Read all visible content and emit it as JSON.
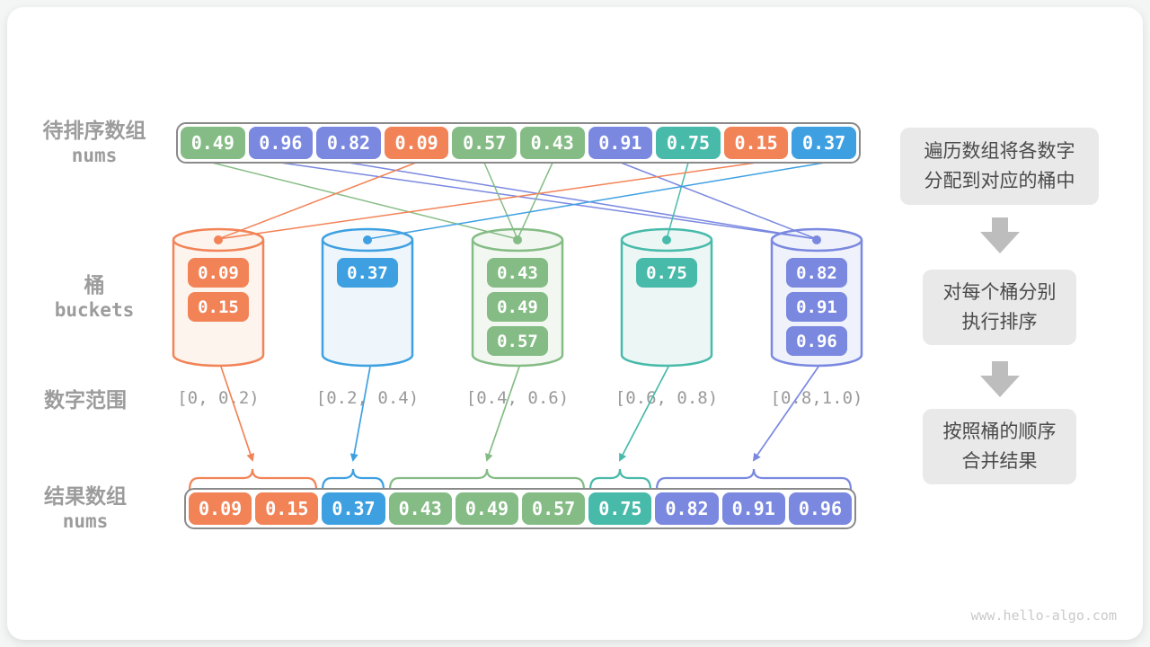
{
  "palette": {
    "orange": "#F28357",
    "blue": "#3EA0E1",
    "green": "#85BC85",
    "teal": "#48BAAA",
    "periwinkle": "#7A88E0",
    "orange_tint": "#FDF4EE",
    "blue_tint": "#EEF6FC",
    "green_tint": "#F2F8F1",
    "teal_tint": "#ECF7F5",
    "periwinkle_tint": "#F0F2FB",
    "gray_label": "#9C9C9C",
    "range_text": "#9A9A9A",
    "step_bg": "#E9E9E9",
    "step_text": "#4A4A4A",
    "step_arrow": "#BDBDBD",
    "watermark": "#C9C9C9"
  },
  "labels": {
    "input_array": {
      "line1": "待排序数组",
      "line2": "nums"
    },
    "buckets": {
      "line1": "桶",
      "line2": "buckets"
    },
    "range": "数字范围",
    "result_array": {
      "line1": "结果数组",
      "line2": "nums"
    }
  },
  "input_array": {
    "cells": [
      {
        "value": "0.49",
        "color": "green"
      },
      {
        "value": "0.96",
        "color": "periwinkle"
      },
      {
        "value": "0.82",
        "color": "periwinkle"
      },
      {
        "value": "0.09",
        "color": "orange"
      },
      {
        "value": "0.57",
        "color": "green"
      },
      {
        "value": "0.43",
        "color": "green"
      },
      {
        "value": "0.91",
        "color": "periwinkle"
      },
      {
        "value": "0.75",
        "color": "teal"
      },
      {
        "value": "0.15",
        "color": "orange"
      },
      {
        "value": "0.37",
        "color": "blue"
      }
    ]
  },
  "buckets": [
    {
      "color": "orange",
      "range": "[0, 0.2)",
      "items": [
        "0.09",
        "0.15"
      ]
    },
    {
      "color": "blue",
      "range": "[0.2, 0.4)",
      "items": [
        "0.37"
      ]
    },
    {
      "color": "green",
      "range": "[0.4, 0.6)",
      "items": [
        "0.43",
        "0.49",
        "0.57"
      ]
    },
    {
      "color": "teal",
      "range": "[0.6, 0.8)",
      "items": [
        "0.75"
      ]
    },
    {
      "color": "periwinkle",
      "range": "[0.8,1.0)",
      "items": [
        "0.82",
        "0.91",
        "0.96"
      ]
    }
  ],
  "result_array": {
    "cells": [
      {
        "value": "0.09",
        "color": "orange"
      },
      {
        "value": "0.15",
        "color": "orange"
      },
      {
        "value": "0.37",
        "color": "blue"
      },
      {
        "value": "0.43",
        "color": "green"
      },
      {
        "value": "0.49",
        "color": "green"
      },
      {
        "value": "0.57",
        "color": "green"
      },
      {
        "value": "0.75",
        "color": "teal"
      },
      {
        "value": "0.82",
        "color": "periwinkle"
      },
      {
        "value": "0.91",
        "color": "periwinkle"
      },
      {
        "value": "0.96",
        "color": "periwinkle"
      }
    ]
  },
  "steps": [
    {
      "line1": "遍历数组将各数字",
      "line2": "分配到对应的桶中"
    },
    {
      "line1": "对每个桶分别",
      "line2": "执行排序"
    },
    {
      "line1": "按照桶的顺序",
      "line2": "合并结果"
    }
  ],
  "watermark": "www.hello-algo.com"
}
